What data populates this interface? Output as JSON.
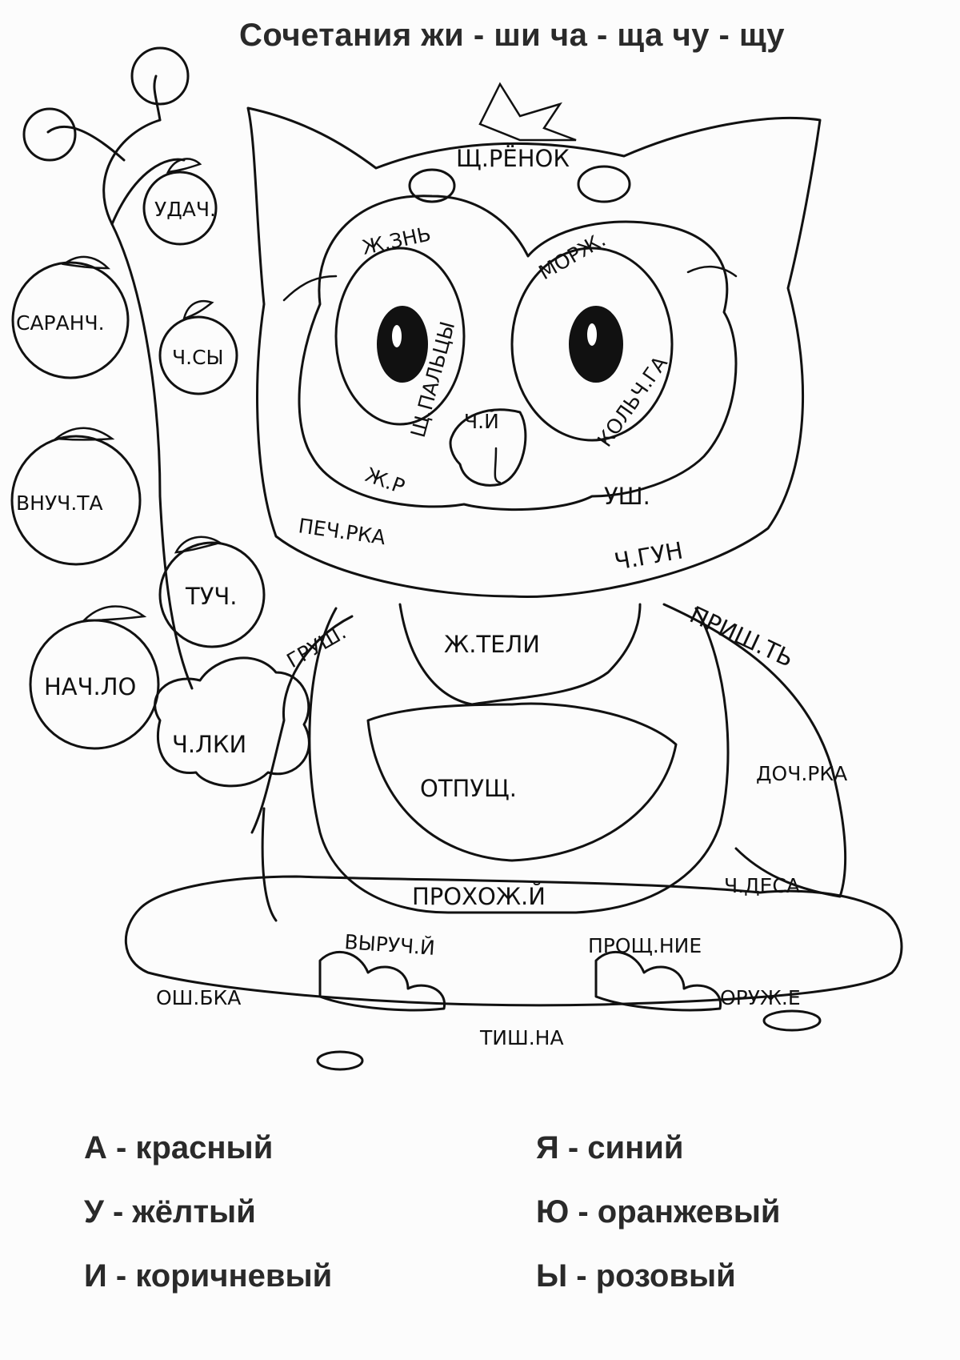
{
  "title": "Сочетания  жи - ши  ча - ща  чу - щу",
  "words": {
    "schenok": "Щ.РЁНОК",
    "zhizn": "Ж.ЗНЬ",
    "morzh": "МОРЖ.",
    "palcy": "Щ.ПАЛЬЦЫ",
    "kolchuga": "КОЛЬЧ.ГА",
    "chay": "Ч.Й",
    "zhar": "Ж.Р",
    "ushi": "УШ.",
    "pechurka": "ПЕЧ.РКА",
    "chugun": "Ч.ГУН",
    "grushi": "ГРУШ.",
    "zhiteli": "Ж.ТЕЛИ",
    "prishit": "ПРИШ.ТЬ",
    "chashki": "Ч.ЛКИ",
    "otpuschu": "ОТПУЩ.",
    "dochurka": "ДОЧ.РКА",
    "prohozhiy": "ПРОХОЖ.Й",
    "chudesa": "Ч.ДЕСА",
    "vyruchay": "ВЫРУЧ.Й",
    "proschanie": "ПРОЩ.НИЕ",
    "oshibka": "ОШ.БКА",
    "oruzhie": "ОРУЖ.Е",
    "tishina": "ТИШ.НА"
  },
  "apples": {
    "udachi": "УДАЧ.",
    "saranchi": "САРАНЧ.",
    "chasy": "Ч.СЫ",
    "vnuchata": "ВНУЧ.ТА",
    "tuchi": "ТУЧ.",
    "nachalo": "НАЧ.ЛО"
  },
  "legend": {
    "a": "А - красный",
    "u": "У - жёлтый",
    "i": "И - коричневый",
    "ya": "Я - синий",
    "yu": "Ю - оранжевый",
    "y": "Ы - розовый"
  }
}
